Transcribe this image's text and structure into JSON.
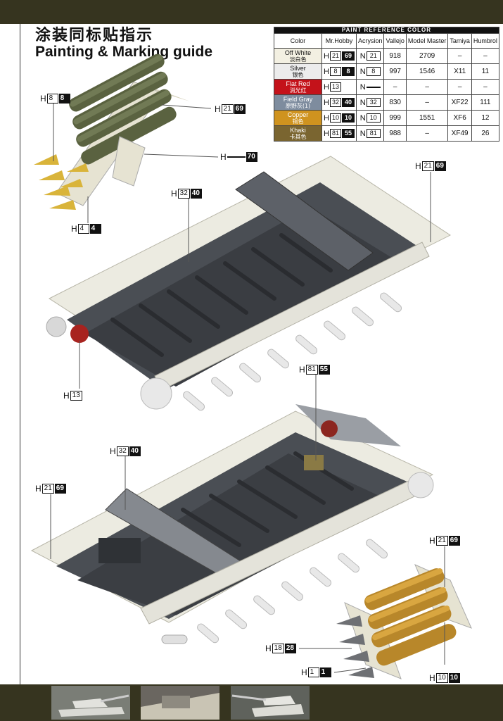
{
  "header": {
    "title_cn": "涂装同标贴指示",
    "title_en": "Painting & Marking guide"
  },
  "paint_table": {
    "title": "PAINT REFERENCE COLOR",
    "columns": [
      "Color",
      "Mr.Hobby",
      "Acrysion",
      "Vallejo",
      "Model Master",
      "Tamiya",
      "Humbrol"
    ],
    "rows": [
      {
        "name": "Off White",
        "cn": "淡白色",
        "swatch": "#f3f0e2",
        "text": "#111111",
        "hobby_prefix": "H",
        "hobby_num": "21",
        "hobby_code": "69",
        "acry_prefix": "N",
        "acry_num": "21",
        "vallejo": "918",
        "mm": "2709",
        "tamiya": "–",
        "humbrol": "–"
      },
      {
        "name": "Silver",
        "cn": "银色",
        "swatch": "#ececec",
        "text": "#111111",
        "hobby_prefix": "H",
        "hobby_num": "8",
        "hobby_code": "8",
        "acry_prefix": "N",
        "acry_num": "8",
        "vallejo": "997",
        "mm": "1546",
        "tamiya": "X11",
        "humbrol": "11"
      },
      {
        "name": "Flat Red",
        "cn": "消光红",
        "swatch": "#c4121a",
        "text": "#ffffff",
        "hobby_prefix": "H",
        "hobby_num": "13",
        "hobby_code": "",
        "acry_prefix": "N",
        "acry_num": "",
        "vallejo": "–",
        "mm": "–",
        "tamiya": "–",
        "humbrol": "–"
      },
      {
        "name": "Field Gray",
        "cn": "原野灰(1)",
        "swatch": "#7e8c9e",
        "text": "#ffffff",
        "hobby_prefix": "H",
        "hobby_num": "32",
        "hobby_code": "40",
        "acry_prefix": "N",
        "acry_num": "32",
        "vallejo": "830",
        "mm": "–",
        "tamiya": "XF22",
        "humbrol": "111"
      },
      {
        "name": "Copper",
        "cn": "铜色",
        "swatch": "#cf931f",
        "text": "#ffffff",
        "hobby_prefix": "H",
        "hobby_num": "10",
        "hobby_code": "10",
        "acry_prefix": "N",
        "acry_num": "10",
        "vallejo": "999",
        "mm": "1551",
        "tamiya": "XF6",
        "humbrol": "12"
      },
      {
        "name": "Khaki",
        "cn": "卡其色",
        "swatch": "#7a6530",
        "text": "#ffffff",
        "hobby_prefix": "H",
        "hobby_num": "81",
        "hobby_code": "55",
        "acry_prefix": "N",
        "acry_num": "81",
        "vallejo": "988",
        "mm": "–",
        "tamiya": "XF49",
        "humbrol": "26"
      }
    ]
  },
  "callouts": [
    {
      "id": "ammo-top-tips",
      "prefix": "H",
      "num": "8",
      "code": "8"
    },
    {
      "id": "ammo-top-rack",
      "prefix": "H",
      "num": "21",
      "code": "69"
    },
    {
      "id": "ammo-top-clip",
      "prefix": "H",
      "num": "",
      "code": "70"
    },
    {
      "id": "hull1-interior",
      "prefix": "H",
      "num": "32",
      "code": "40"
    },
    {
      "id": "hull1-sponson",
      "prefix": "H",
      "num": "21",
      "code": "69"
    },
    {
      "id": "ammo-top-bands",
      "prefix": "H",
      "num": "4",
      "code": "4"
    },
    {
      "id": "hull1-extinguisher",
      "prefix": "H",
      "num": "13",
      "code": ""
    },
    {
      "id": "hull2-box",
      "prefix": "H",
      "num": "81",
      "code": "55"
    },
    {
      "id": "hull2-interior",
      "prefix": "H",
      "num": "32",
      "code": "40"
    },
    {
      "id": "hull2-sponson",
      "prefix": "H",
      "num": "21",
      "code": "69"
    },
    {
      "id": "ammo-bottom-rack",
      "prefix": "H",
      "num": "21",
      "code": "69"
    },
    {
      "id": "ammo-bottom-tips",
      "prefix": "H",
      "num": "18",
      "code": "28"
    },
    {
      "id": "ammo-bottom-base",
      "prefix": "H",
      "num": "1",
      "code": "1"
    },
    {
      "id": "ammo-bottom-cases",
      "prefix": "H",
      "num": "10",
      "code": "10"
    }
  ]
}
